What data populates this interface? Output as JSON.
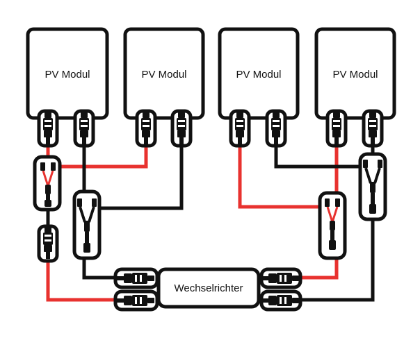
{
  "diagram": {
    "module_label": "PV Modul",
    "inverter_label": "Wechselrichter",
    "modules": [
      {
        "label": "PV Modul"
      },
      {
        "label": "PV Modul"
      },
      {
        "label": "PV Modul"
      },
      {
        "label": "PV Modul"
      }
    ],
    "colors": {
      "positive_wire": "#e8322f",
      "negative_wire": "#111111",
      "outline": "#111111",
      "background": "#ffffff"
    }
  }
}
